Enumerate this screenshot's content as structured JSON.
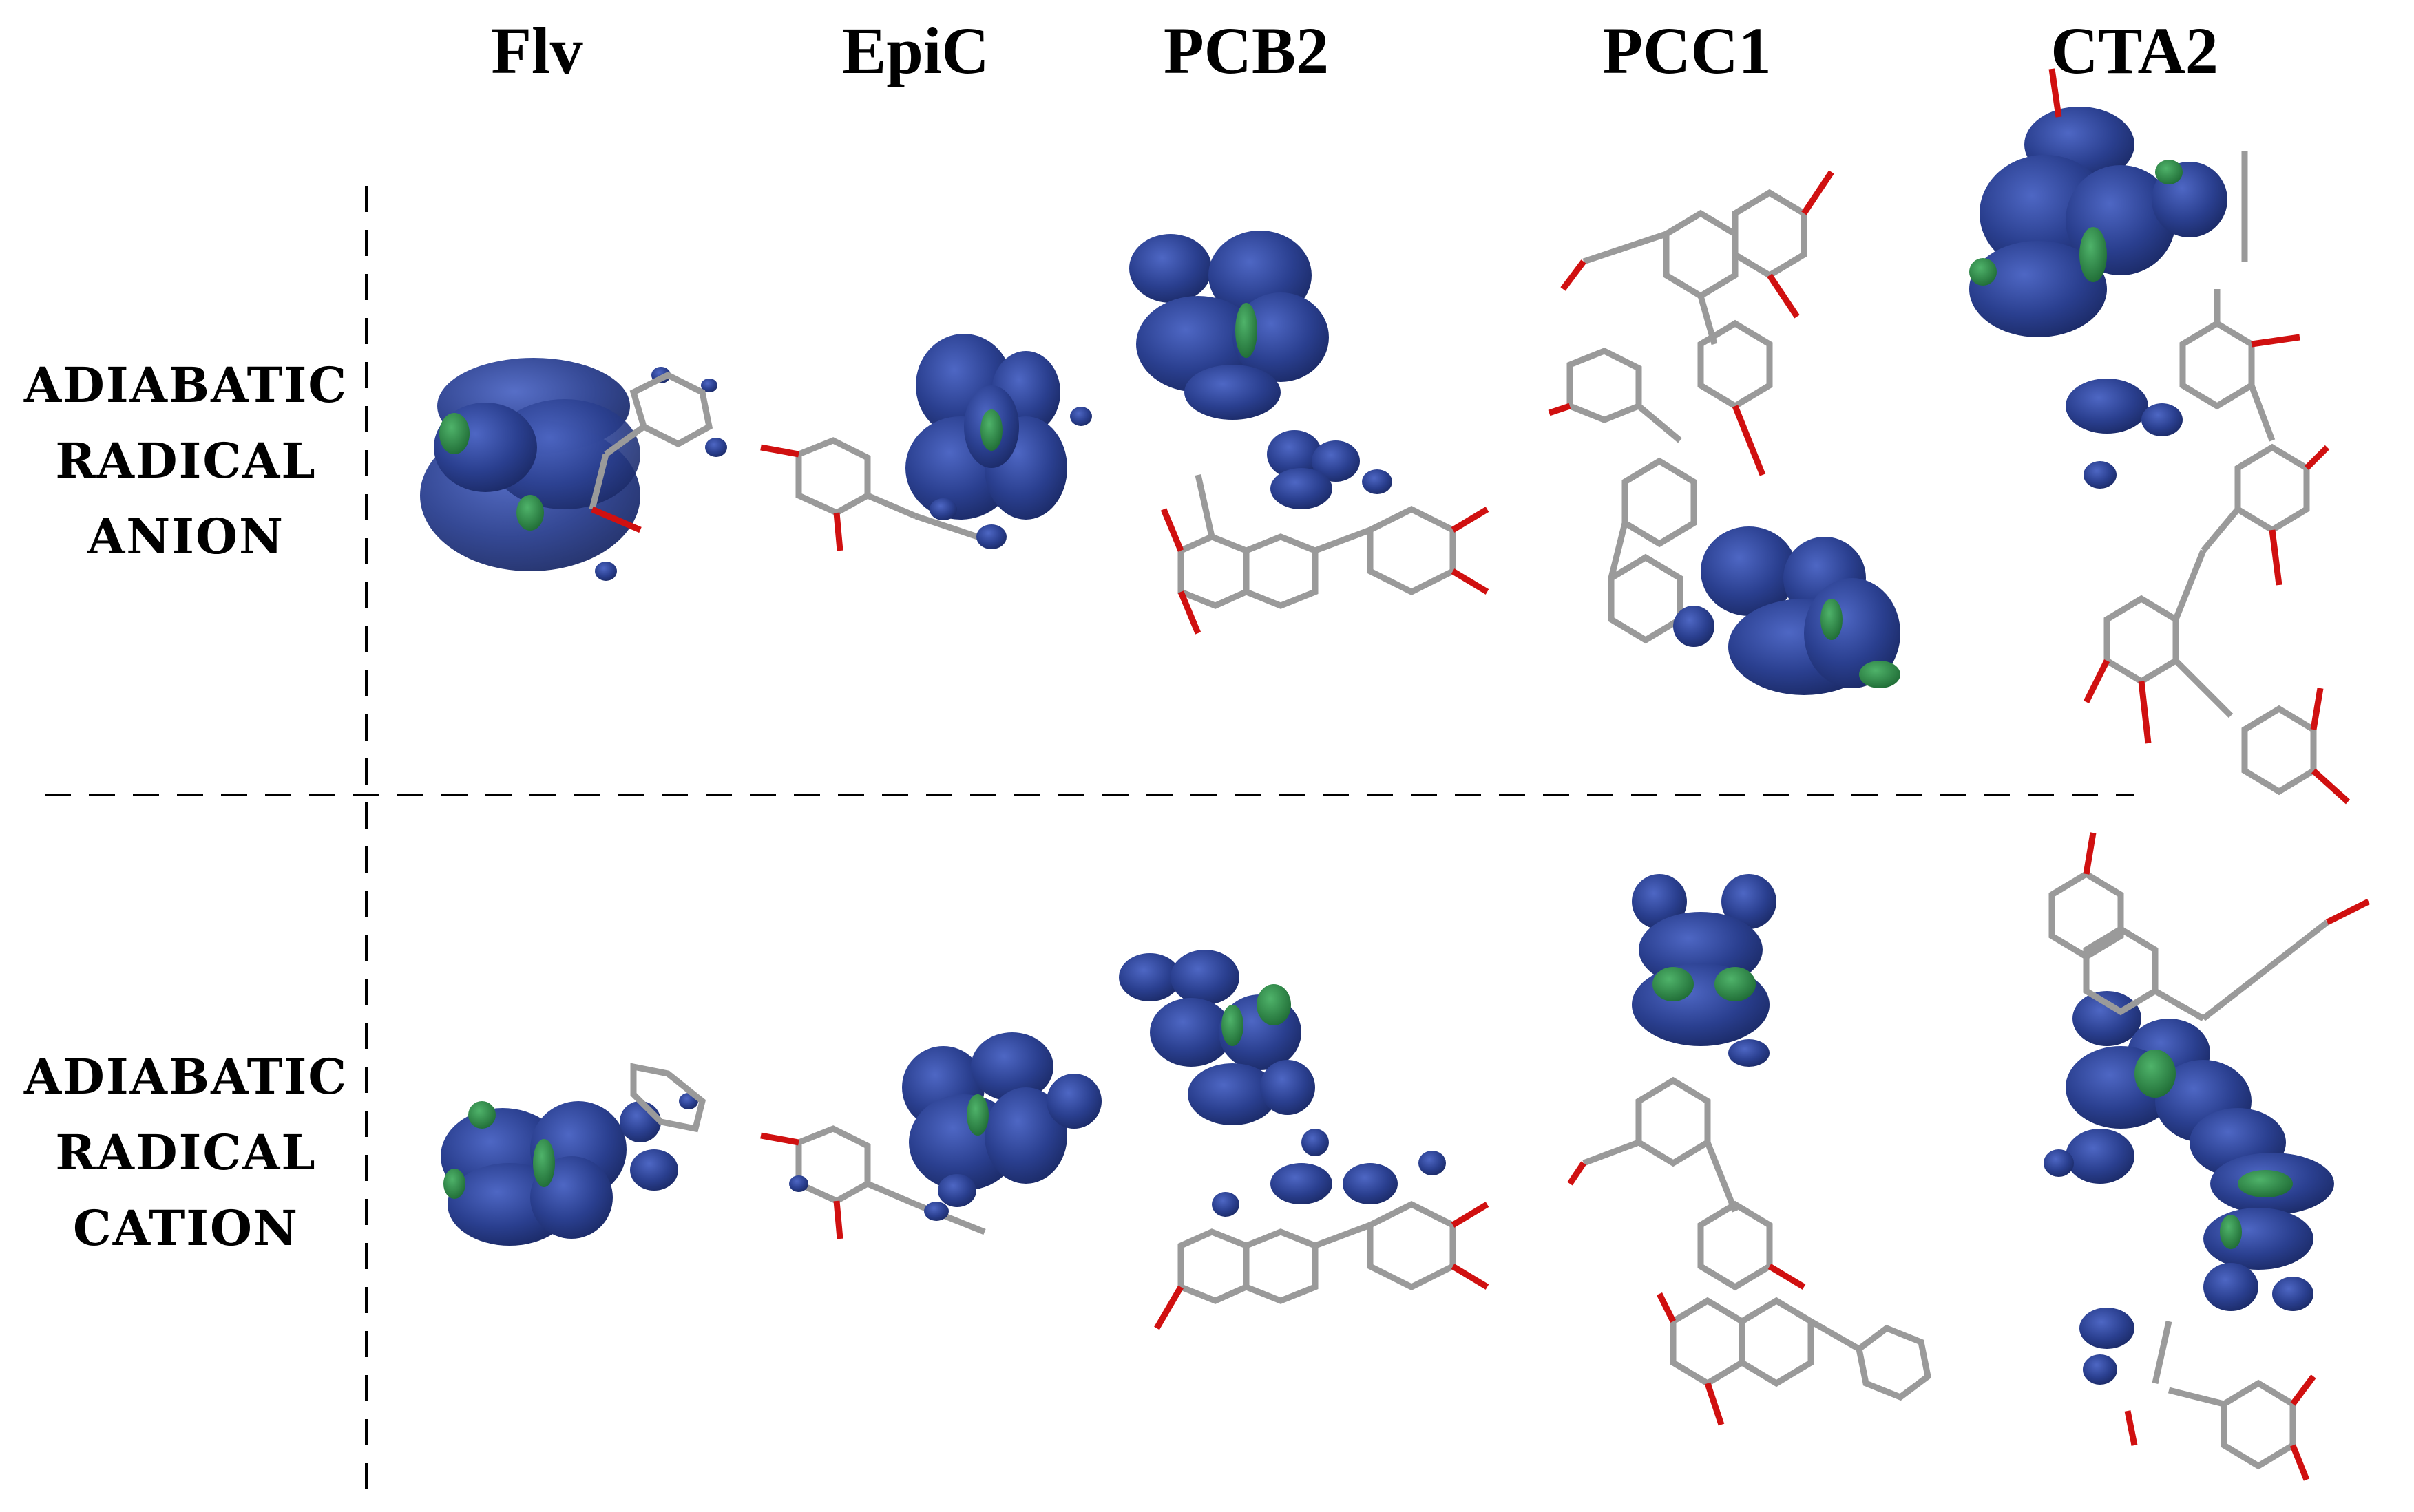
{
  "columns": [
    {
      "label": "Flv"
    },
    {
      "label": "EpiC"
    },
    {
      "label": "PCB2"
    },
    {
      "label": "PCC1"
    },
    {
      "label": "CTA2"
    }
  ],
  "rows": [
    {
      "lines": [
        "ADIABATIC",
        "RADICAL",
        "ANION"
      ]
    },
    {
      "lines": [
        "ADIABATIC",
        "RADICAL",
        "CATION"
      ]
    }
  ],
  "colors": {
    "orbital_blue": "#2a3f8f",
    "orbital_green": "#2f8a46",
    "bond_gray": "#9a9a9a",
    "oxygen_red": "#d01010",
    "divider": "#000000"
  }
}
